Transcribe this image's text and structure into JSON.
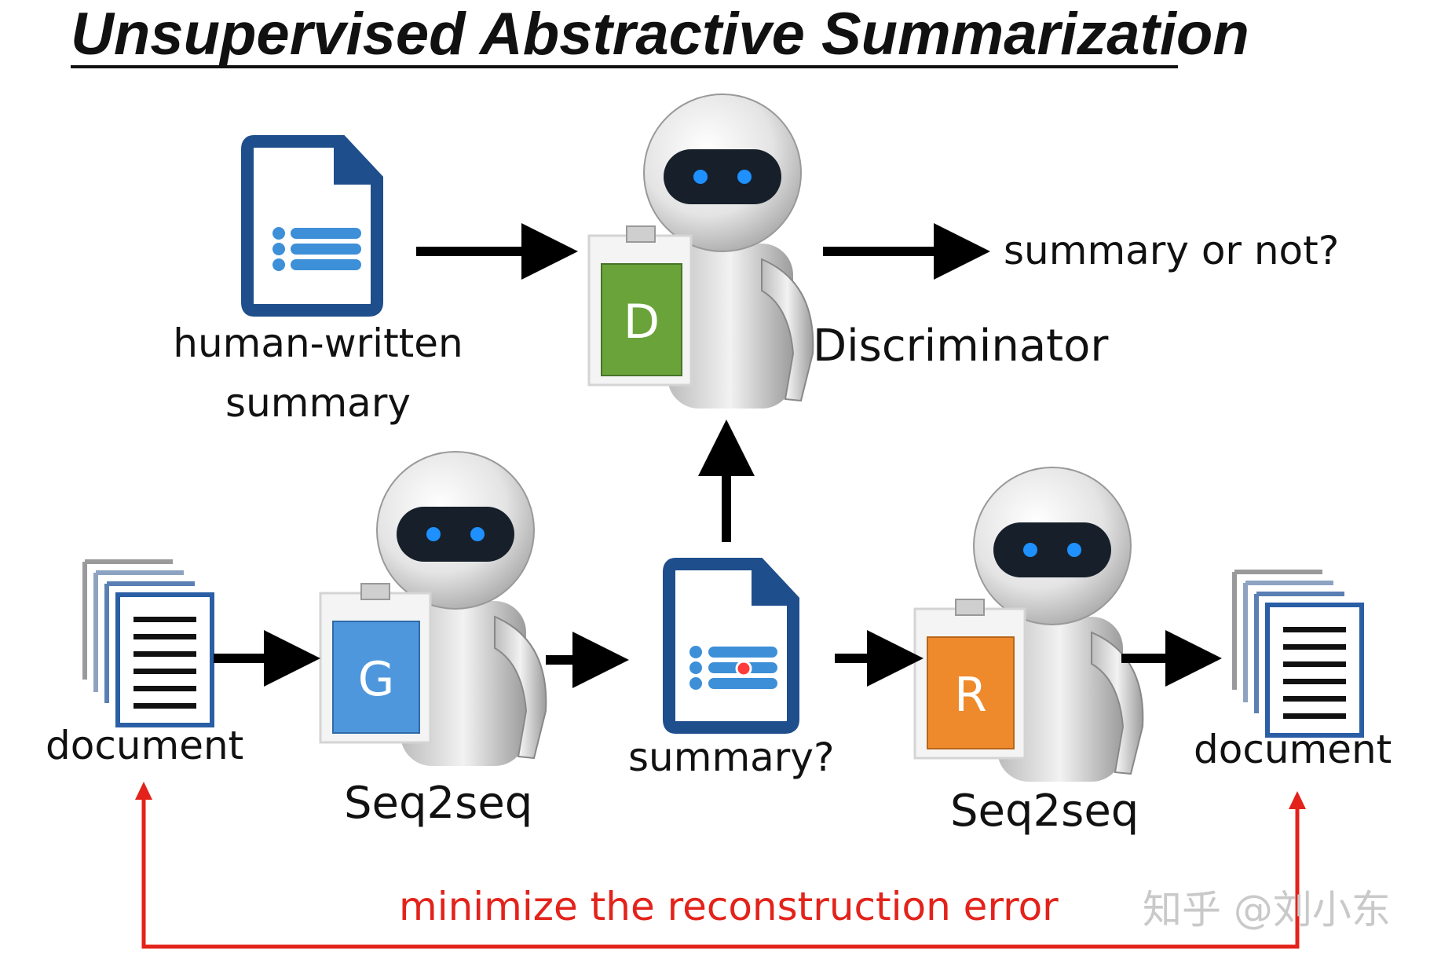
{
  "title": "Unsupervised Abstractive Summarization",
  "labels": {
    "human_summary_line1": "human-written",
    "human_summary_line2": "summary",
    "discriminator": "Discriminator",
    "discriminator_output": "summary or not?",
    "document_in": "document",
    "generator_name": "Seq2seq",
    "summary_q": "summary?",
    "reconstructor_name": "Seq2seq",
    "document_out": "document",
    "reconstruction": "minimize the reconstruction error"
  },
  "boards": {
    "discriminator": "D",
    "generator": "G",
    "reconstructor": "R"
  },
  "watermark": "知乎 @刘小东",
  "colors": {
    "doc_blue": "#1f4e8c",
    "line_blue": "#3d8fd8",
    "board_green": "#6aa33a",
    "board_blue": "#4f97dd",
    "board_orange": "#ee8a2c",
    "arrow_red": "#e3231b",
    "robot_eye": "#1e90ff"
  },
  "icons": [
    "summary-doc-icon",
    "robot-icon",
    "document-stack-icon"
  ]
}
